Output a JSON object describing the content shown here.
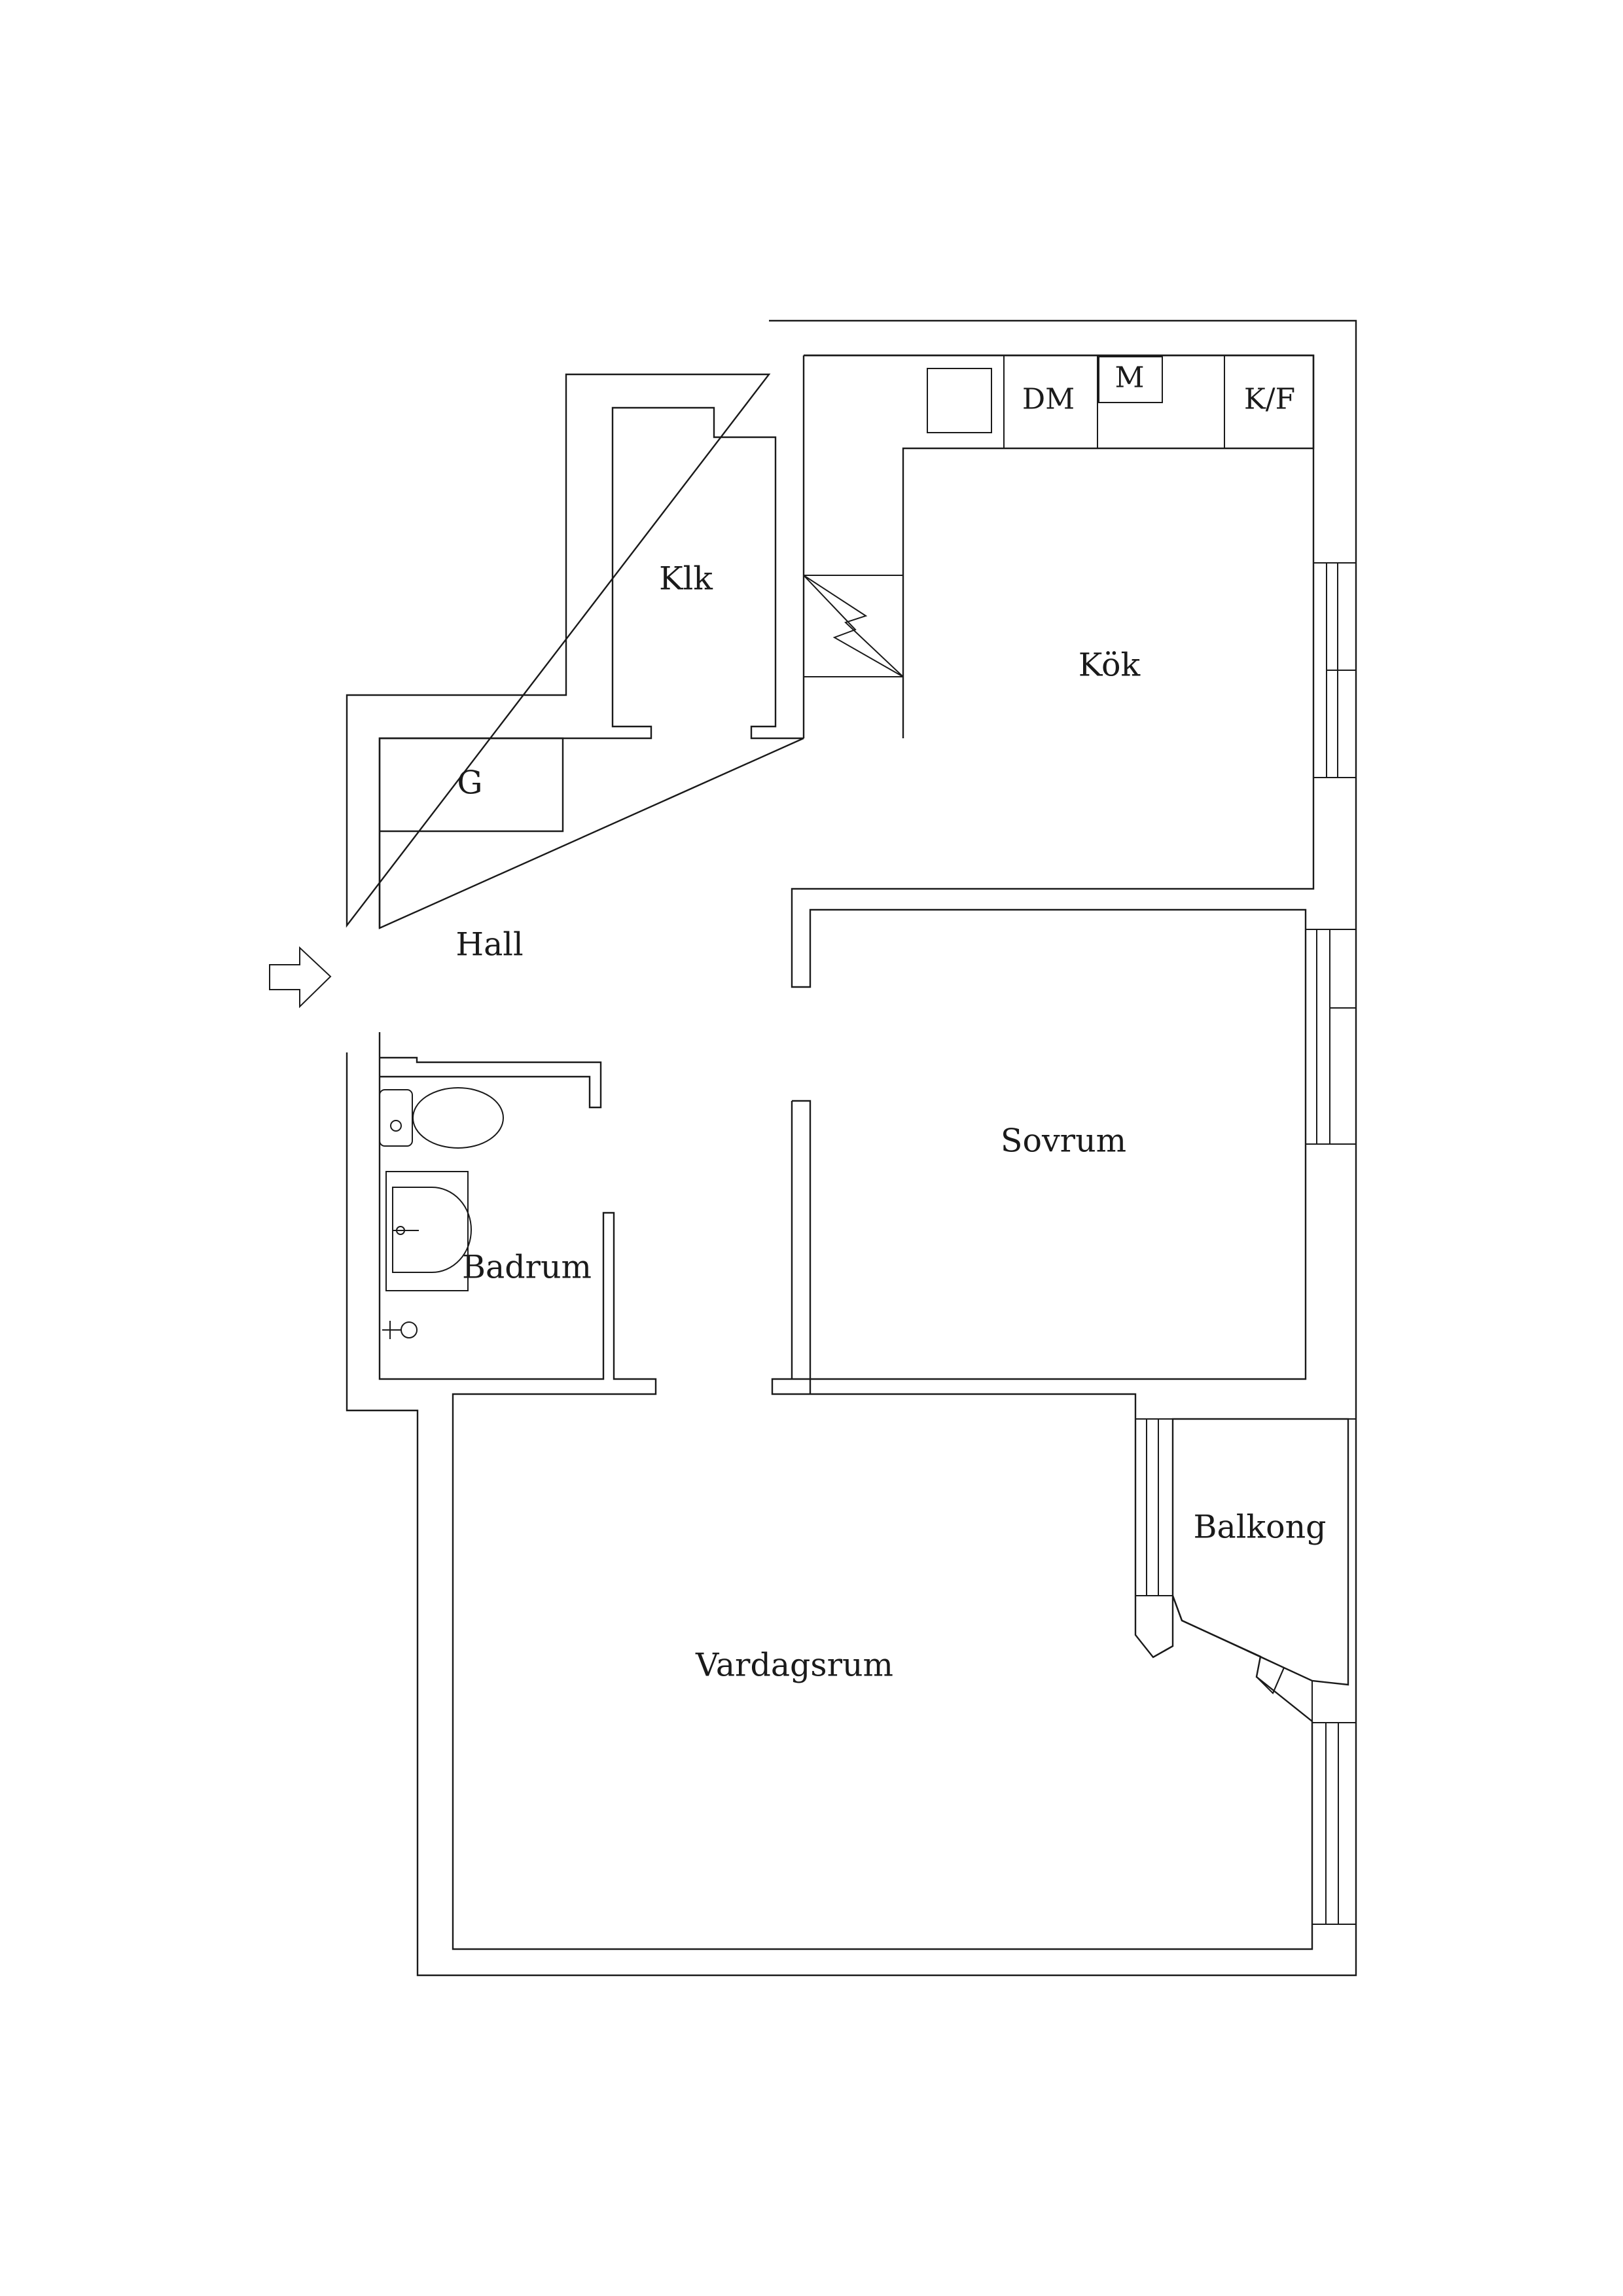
{
  "rooms": {
    "klk": "Klk",
    "kok": "Kök",
    "dm": "DM",
    "m": "M",
    "kf": "K/F",
    "g": "G",
    "hall": "Hall",
    "sovrum": "Sovrum",
    "badrum": "Badrum",
    "balkong": "Balkong",
    "vardagsrum": "Vardagsrum"
  },
  "icons": {
    "entrance": "entrance-arrow-icon",
    "toilet": "toilet-icon",
    "sink": "sink-icon",
    "shower": "shower-icon",
    "stove": "stove-icon",
    "chimney": "chimney-icon"
  }
}
